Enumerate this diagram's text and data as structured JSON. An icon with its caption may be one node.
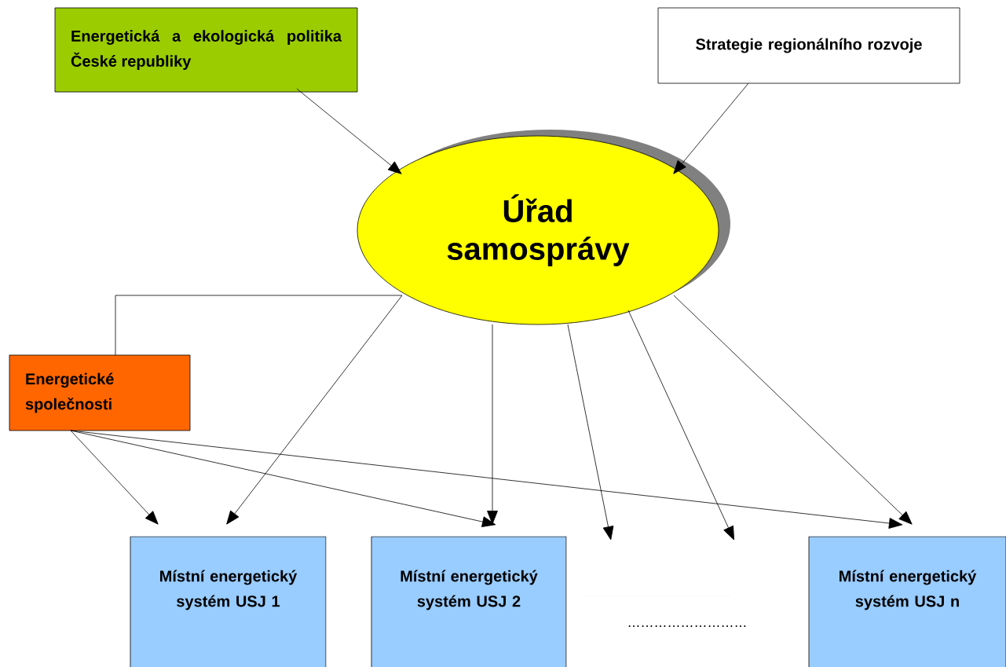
{
  "diagram": {
    "nodes": [
      {
        "text": [
          "Energetická a ekologická politika České republiky"
        ]
      },
      {
        "text": [
          "Strategie regionálního rozvoje"
        ]
      },
      {
        "text": [
          "Úřad samosprávy"
        ]
      },
      {
        "text": [
          "Energetické společnosti"
        ]
      },
      {
        "text": [
          "Místní energetický systém USJ 1"
        ]
      },
      {
        "text": [
          "Místní energetický systém USJ 2"
        ]
      },
      {
        "text": [
          "Místní energetický systém USJ n"
        ]
      }
    ],
    "edges": [
      {
        "from": 0,
        "to": 2,
        "arrow": "to"
      },
      {
        "from": 1,
        "to": 2,
        "arrow": "to"
      },
      {
        "from": 2,
        "to": 3,
        "arrow": "none"
      },
      {
        "from": 2,
        "to": 4,
        "arrow": "to"
      },
      {
        "from": 2,
        "to": 5,
        "arrow": "to"
      },
      {
        "from": 2,
        "to": null,
        "arrow": "to"
      },
      {
        "from": 2,
        "to": null,
        "arrow": "to"
      },
      {
        "from": 2,
        "to": 6,
        "arrow": "to"
      },
      {
        "from": 3,
        "to": 4,
        "arrow": "to"
      },
      {
        "from": 3,
        "to": 5,
        "arrow": "to"
      },
      {
        "from": 3,
        "to": 6,
        "arrow": "to"
      }
    ],
    "labels": [
      "………………………"
    ]
  }
}
